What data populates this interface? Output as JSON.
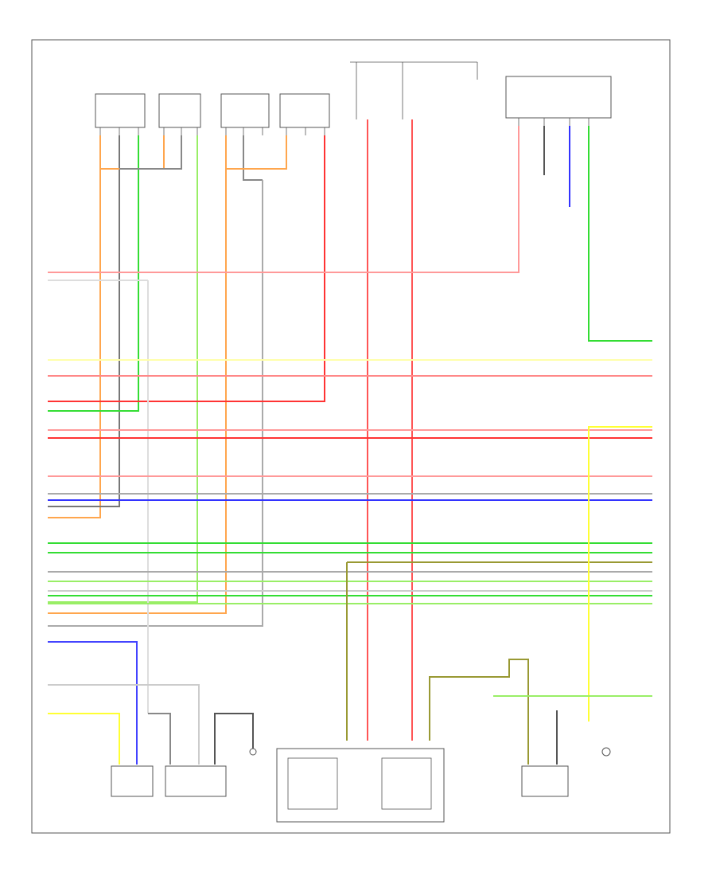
{
  "diagram": {
    "footer_code": "",
    "wire_colors": {
      "red": "#ff3333",
      "pink": "#ff9999",
      "orange": "#ffa64d",
      "green": "#33dd33",
      "light_green": "#99ee66",
      "blue": "#3333ff",
      "yellow": "#ffff33",
      "pale_yellow": "#ffffaa",
      "gray": "#888888",
      "dark_gray": "#555555",
      "brown": "#996633",
      "olive": "#999933"
    },
    "components": [
      {
        "id": "top-sensor-1",
        "label": ""
      },
      {
        "id": "top-sensor-2",
        "label": ""
      },
      {
        "id": "top-sensor-3",
        "label": ""
      },
      {
        "id": "top-sensor-4",
        "label": ""
      },
      {
        "id": "top-right-module",
        "label": ""
      },
      {
        "id": "bottom-left-sensor",
        "label": ""
      },
      {
        "id": "bottom-mid-module",
        "label": ""
      },
      {
        "id": "bottom-switch",
        "label": ""
      },
      {
        "id": "instrument-cluster",
        "label": ""
      },
      {
        "id": "bottom-right-sensor-1",
        "label": ""
      },
      {
        "id": "bottom-right-sensor-2",
        "label": ""
      }
    ]
  }
}
